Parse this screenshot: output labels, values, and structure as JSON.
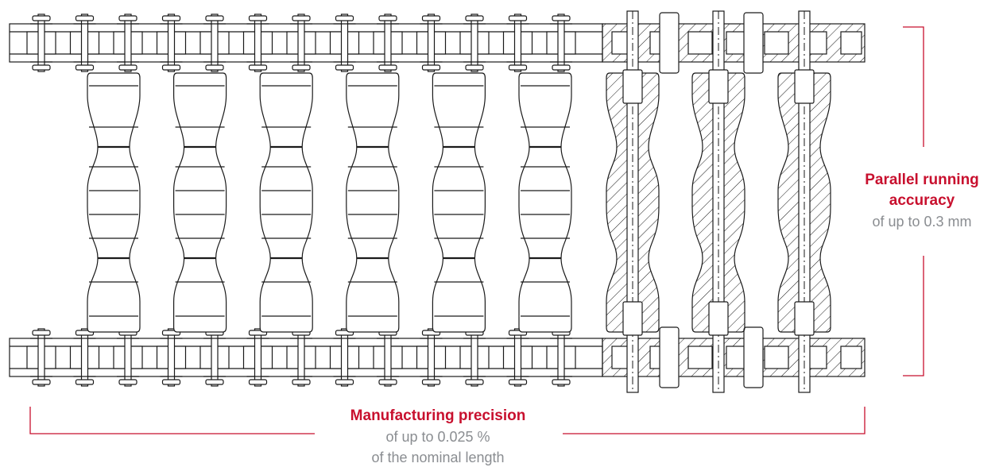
{
  "colors": {
    "line": "#1a1a1a",
    "accent": "#c8102e",
    "muted": "#8a8d91",
    "bracket": "#c8102e"
  },
  "diagram": {
    "type": "roller-chain-conveyor-drawing",
    "pitch_count_top": 13,
    "pitch_count_bottom": 13,
    "roller_count": 6,
    "sectioned_roller_count": 3
  },
  "labels": {
    "parallel": {
      "title_line1": "Parallel running",
      "title_line2": "accuracy",
      "value": "of up to 0.3 mm"
    },
    "precision": {
      "title": "Manufacturing precision",
      "value_line1": "of up to 0.025 %",
      "value_line2": "of the nominal length"
    }
  }
}
